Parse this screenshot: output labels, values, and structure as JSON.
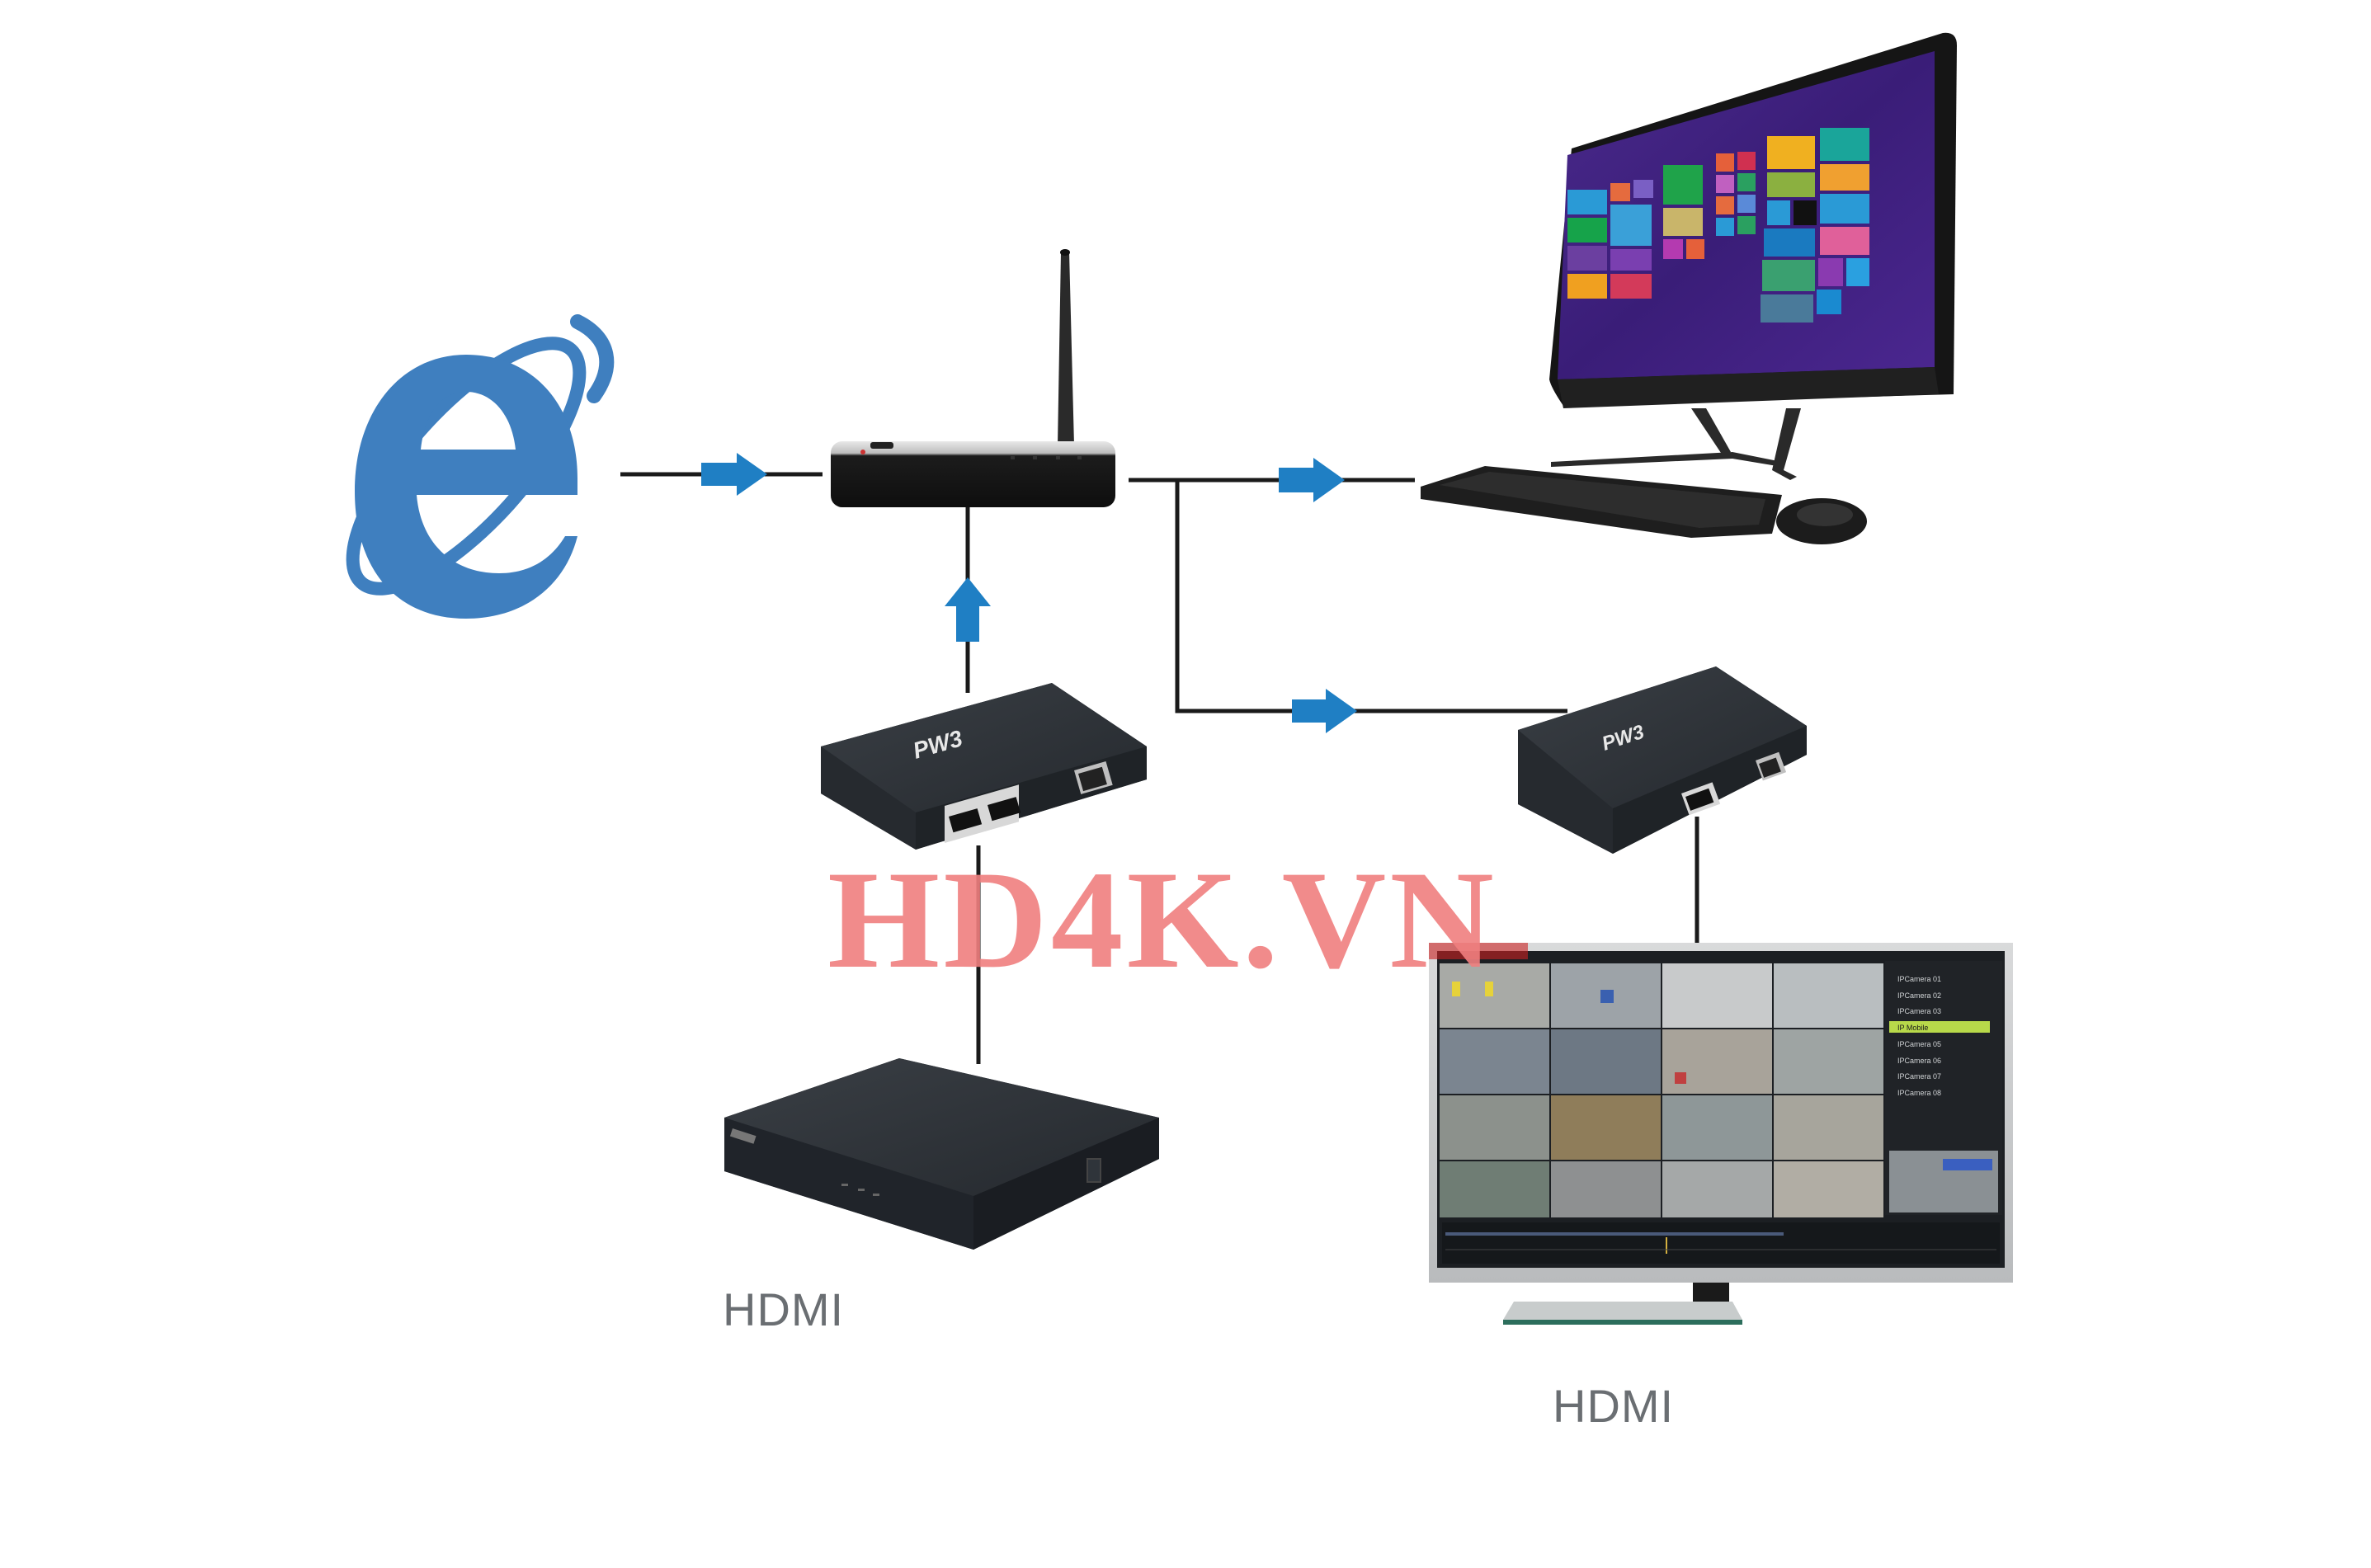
{
  "diagram": {
    "type": "network-topology",
    "colors": {
      "arrow": "#1f7fc4",
      "line": "#1a1a1a",
      "ie_logo": "#3f7fbf",
      "device_dark": "#2e3338",
      "watermark": "#f07f7f",
      "label": "#6a6e72",
      "win8_background": "#3b1f7a",
      "camera_highlight": "#b8d94a"
    },
    "nodes": {
      "internet": {
        "icon": "internet-explorer-icon"
      },
      "router": {
        "icon": "wifi-router-icon"
      },
      "computer": {
        "icon": "all-in-one-pc-icon"
      },
      "transmitter": {
        "brand": "PW3",
        "icon": "hdmi-extender-transmitter-icon"
      },
      "receiver": {
        "brand": "PW3",
        "icon": "hdmi-extender-receiver-icon"
      },
      "source_box": {
        "icon": "nvr-box-icon"
      },
      "display": {
        "icon": "tv-monitor-icon"
      }
    },
    "edges": [
      {
        "from": "internet",
        "to": "router",
        "arrow": "right"
      },
      {
        "from": "router",
        "to": "computer",
        "arrow": "right"
      },
      {
        "from": "router",
        "to": "receiver",
        "arrow": "right"
      },
      {
        "from": "transmitter",
        "to": "router",
        "arrow": "up"
      },
      {
        "from": "source_box",
        "to": "transmitter",
        "arrow": "none"
      },
      {
        "from": "receiver",
        "to": "display",
        "arrow": "none"
      }
    ],
    "labels": {
      "source_label": "HDMI",
      "display_label": "HDMI"
    },
    "extender_brand_left": "PW3",
    "extender_brand_right": "PW3",
    "watermark": "HD4K.VN",
    "camera_list": [
      "IPCamera 01",
      "IPCamera 02",
      "IPCamera 03",
      "IP Mobile",
      "IPCamera 05",
      "IPCamera 06",
      "IPCamera 07",
      "IPCamera 08"
    ]
  }
}
